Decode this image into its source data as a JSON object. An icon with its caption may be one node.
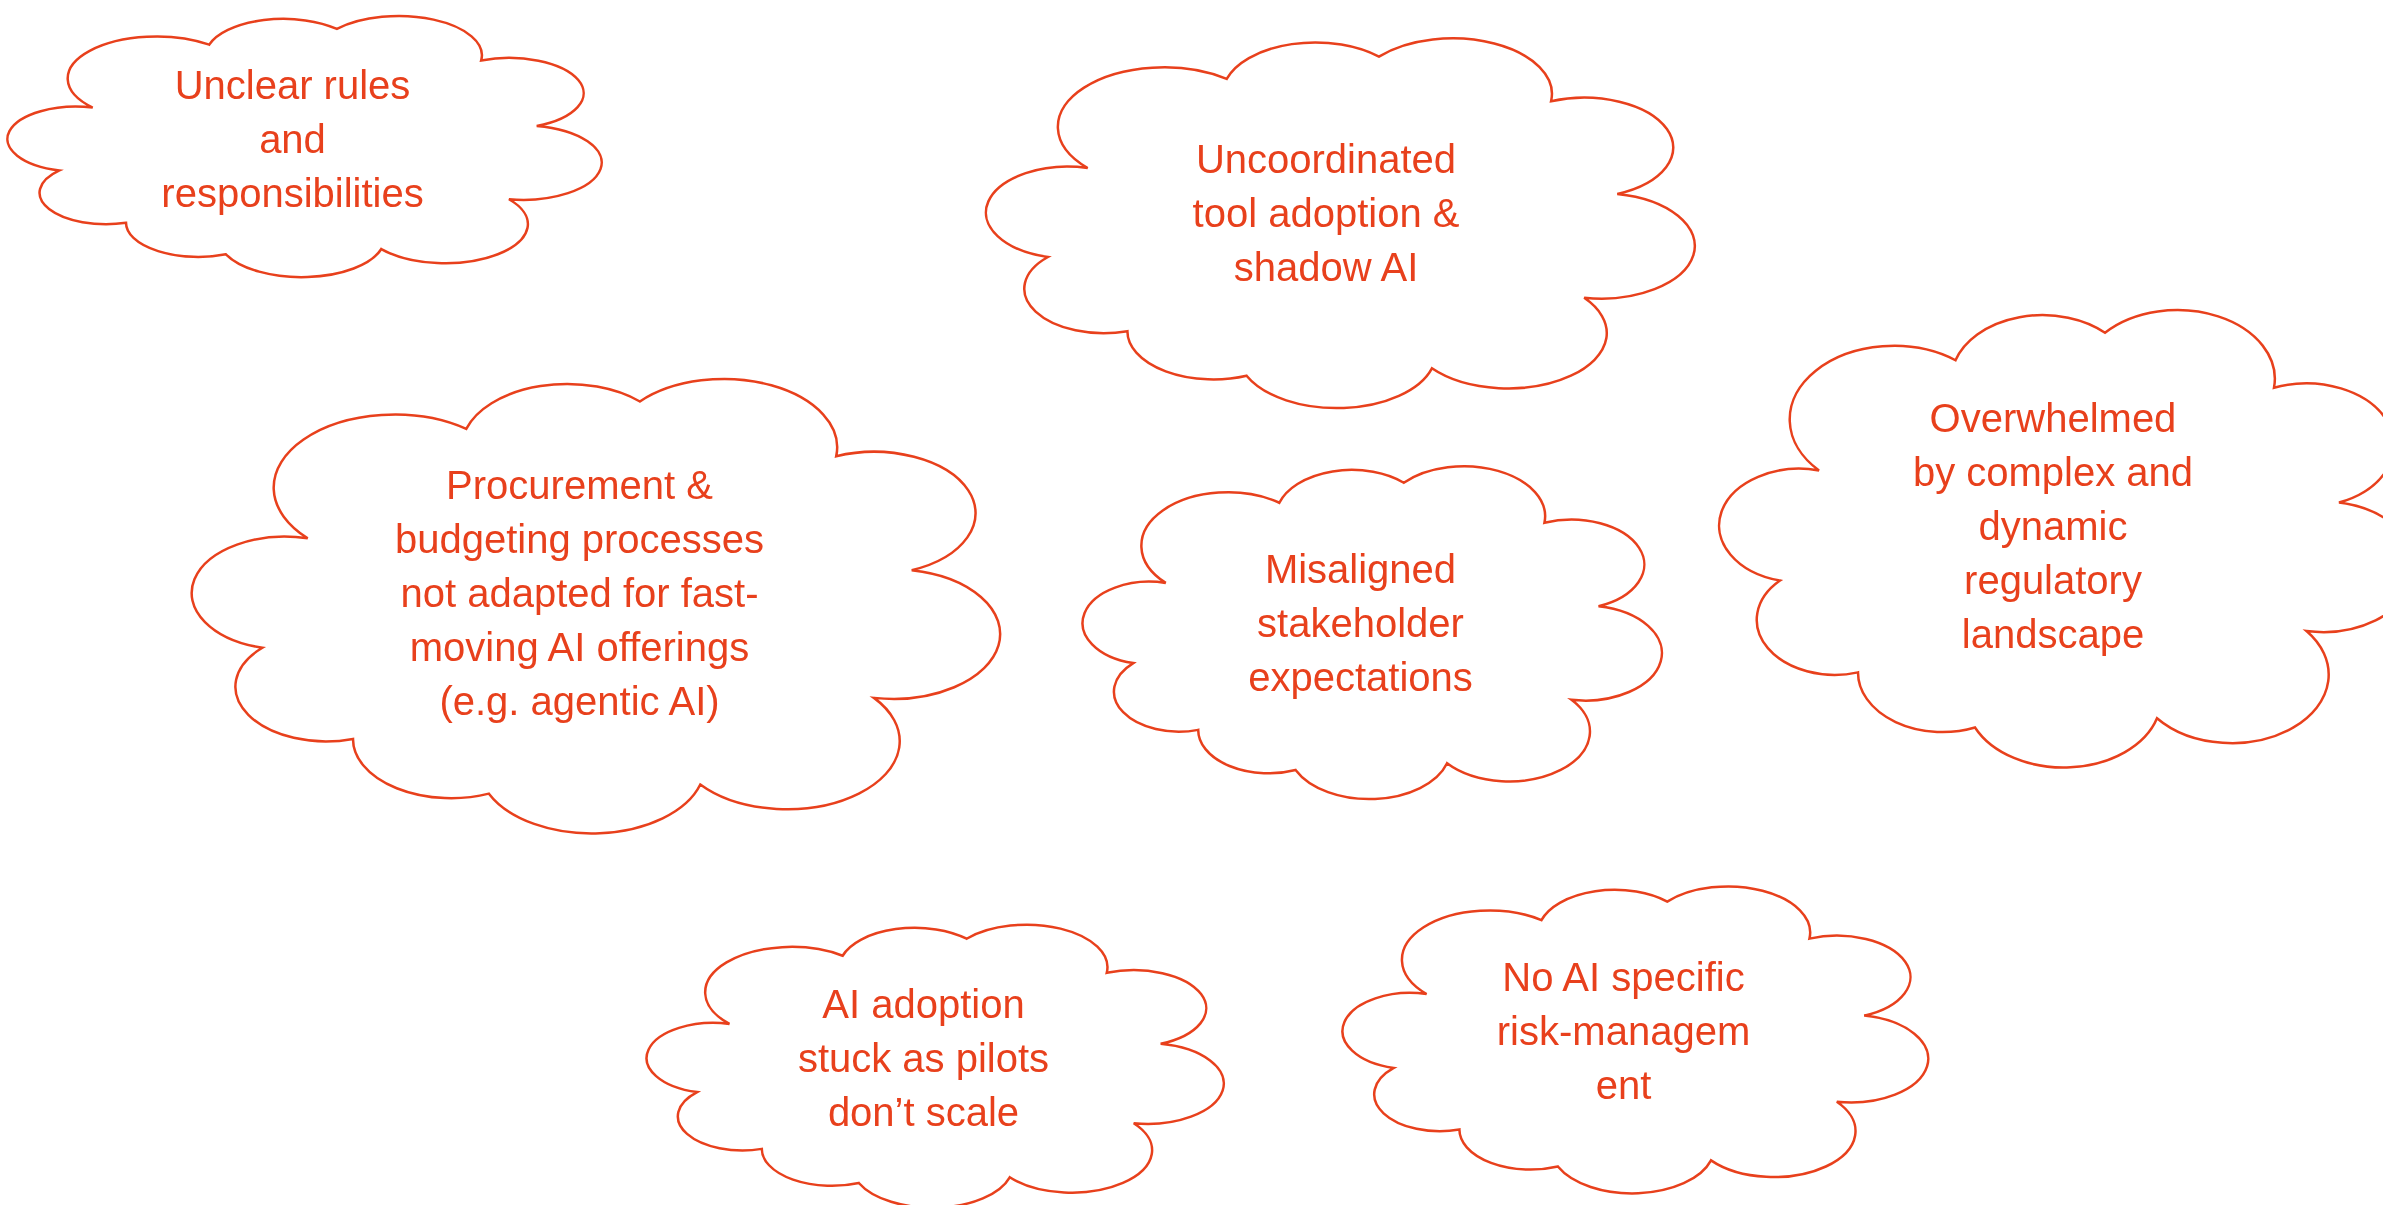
{
  "diagram": {
    "nodes": [
      {
        "text": [
          "Unclear rules and responsibilities"
        ]
      },
      {
        "text": [
          "Uncoordinated tool adoption & shadow AI"
        ]
      },
      {
        "text": [
          "Procurement & budgeting processes not adapted for fast-moving AI offerings (e.g. agentic AI)"
        ]
      },
      {
        "text": [
          "Misaligned stakeholder expectations"
        ]
      },
      {
        "text": [
          "Overwhelmed by complex and dynamic regulatory landscape"
        ]
      },
      {
        "text": [
          "AI adoption stuck as pilots don’t scale"
        ]
      },
      {
        "text": [
          "No AI specific risk-managem ent"
        ]
      }
    ]
  }
}
